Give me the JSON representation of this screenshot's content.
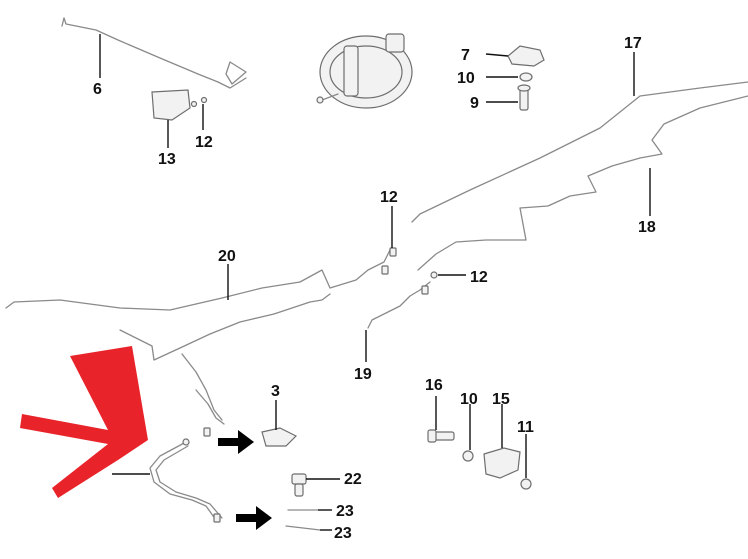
{
  "callouts": {
    "c6": "6",
    "c13": "13",
    "c12a": "12",
    "c7": "7",
    "c10a": "10",
    "c9": "9",
    "c17": "17",
    "c18": "18",
    "c12b": "12",
    "c12c": "12",
    "c20": "20",
    "c19": "19",
    "c3": "3",
    "c16": "16",
    "c10b": "10",
    "c15": "15",
    "c11": "11",
    "c22": "22",
    "c23a": "23",
    "c23b": "23"
  },
  "colors": {
    "highlight_arrow": "#e8242a",
    "pointer_arrow": "#000000",
    "line": "#8a8a8a"
  }
}
